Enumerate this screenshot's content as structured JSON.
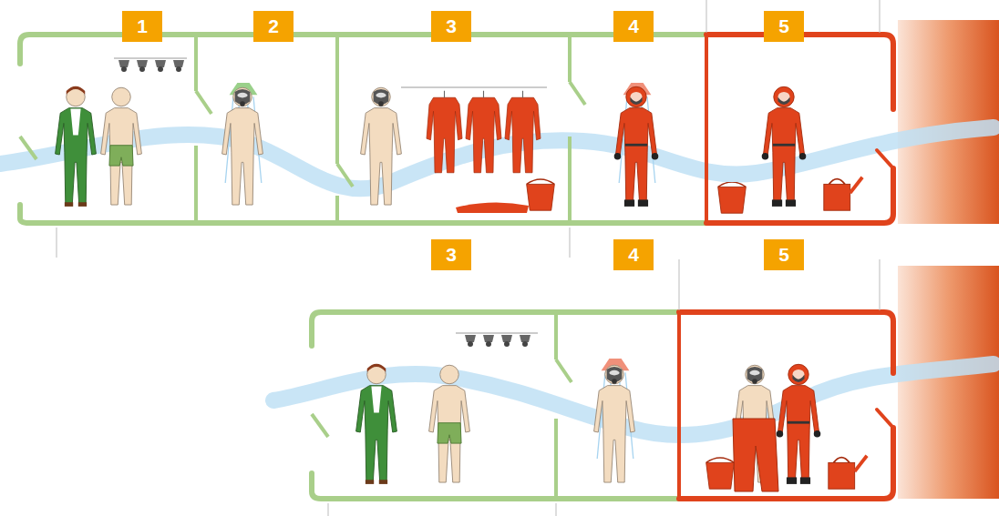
{
  "diagram": {
    "labels": [
      "1",
      "2",
      "3",
      "4",
      "5",
      "3",
      "4",
      "5"
    ]
  }
}
